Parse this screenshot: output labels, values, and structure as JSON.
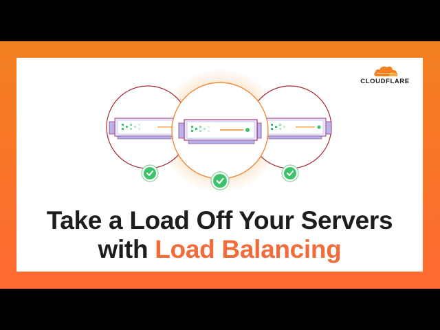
{
  "brand": {
    "logo_text": "CLOUDFLARE",
    "logo_icon": "cloud-icon",
    "color": "#f38020"
  },
  "illustration": {
    "servers": [
      {
        "position": "left",
        "status_icon": "check-circle-icon",
        "status": "healthy"
      },
      {
        "position": "center",
        "status_icon": "check-circle-icon",
        "status": "healthy",
        "highlighted": true
      },
      {
        "position": "right",
        "status_icon": "check-circle-icon",
        "status": "healthy"
      }
    ]
  },
  "headline": {
    "line1": "Take a Load Off Your Servers",
    "line2_prefix": "with ",
    "line2_accent": "Load Balancing",
    "accent_color": "#f26b3a"
  },
  "colors": {
    "frame_top": "#f38020",
    "frame_bottom": "#ff6a33",
    "check_green": "#3cc36a"
  }
}
